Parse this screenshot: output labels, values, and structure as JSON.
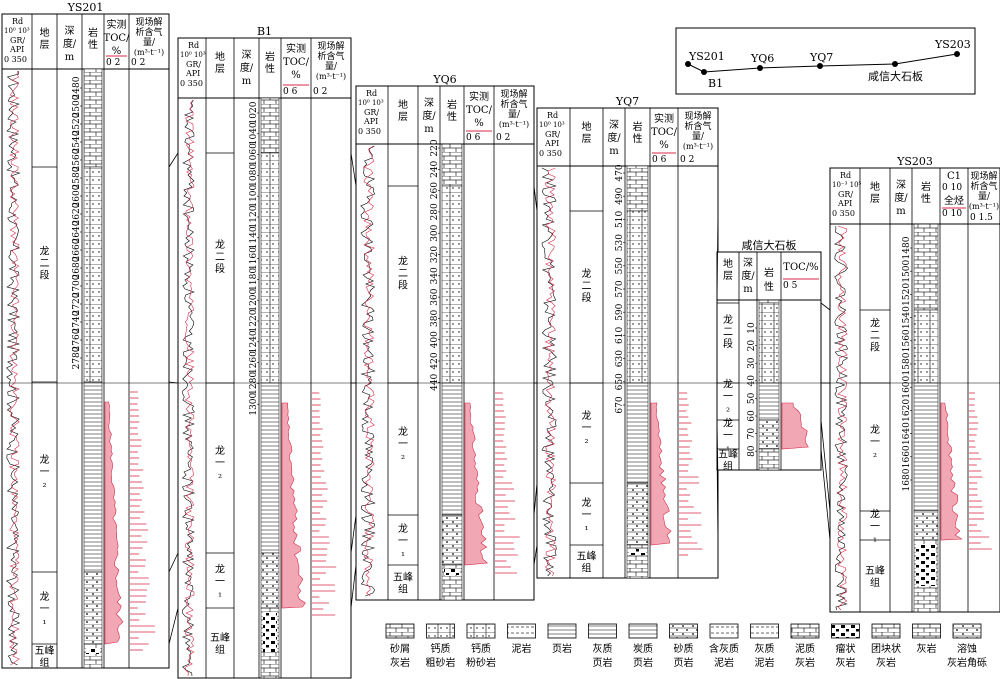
{
  "wells": [
    {
      "id": "YS201",
      "title": "YS201",
      "hdr_curve": [
        "Rd",
        "10⁰ 10³",
        "GR/",
        "API",
        "0  350"
      ],
      "hdr_cols": [
        "地层",
        "深度/m",
        "岩性",
        "实测TOC/%",
        "现场解析含气量/(m³·t⁻¹)"
      ],
      "toc_range": "0   2",
      "gas_range": "0   2",
      "depth_ticks": [
        "2480",
        "2500",
        "2520",
        "2540",
        "2560",
        "2580",
        "2600",
        "2620",
        "2640",
        "2660",
        "2680",
        "2700",
        "2720",
        "2740",
        "2760",
        "2780"
      ],
      "strata": [
        "龙二段",
        "龙一₂",
        "龙一₁",
        "五峰组"
      ]
    },
    {
      "id": "B1",
      "title": "B1",
      "hdr_curve": [
        "Rd",
        "10⁰ 10³",
        "GR/",
        "API",
        "0  350"
      ],
      "hdr_cols": [
        "地层",
        "深度/m",
        "岩性",
        "实测TOC/%",
        "现场解析含气量/(m³·t⁻¹)"
      ],
      "toc_range": "0   6",
      "gas_range": "0   2",
      "depth_ticks": [
        "1020",
        "1040",
        "1060",
        "1080",
        "1100",
        "1120",
        "1140",
        "1160",
        "1180",
        "1200",
        "1220",
        "1240",
        "1260",
        "1280",
        "1300"
      ],
      "strata": [
        "龙二段",
        "龙一₂",
        "龙一₁",
        "五峰组"
      ]
    },
    {
      "id": "YQ6",
      "title": "YQ6",
      "hdr_curve": [
        "Rd",
        "10⁰ 10³",
        "GR/",
        "API",
        "0  350"
      ],
      "hdr_cols": [
        "地层",
        "深度/m",
        "岩性",
        "实测TOC/%",
        "现场解析含气量/(m³·t⁻¹)"
      ],
      "toc_range": "0   6",
      "gas_range": "0   2",
      "depth_ticks": [
        "220",
        "240",
        "260",
        "280",
        "300",
        "320",
        "340",
        "360",
        "380",
        "400",
        "420",
        "440"
      ],
      "strata": [
        "龙二段",
        "龙一₂",
        "龙一₁",
        "五峰组"
      ]
    },
    {
      "id": "YQ7",
      "title": "YQ7",
      "hdr_curve": [
        "Rd",
        "10⁰ 10³",
        "GR/",
        "API",
        "0  350"
      ],
      "hdr_cols": [
        "地层",
        "深度/m",
        "岩性",
        "实测TOC/%",
        "现场解析含气量/(m³·t⁻¹)"
      ],
      "toc_range": "0   6",
      "gas_range": "0   2",
      "depth_ticks": [
        "470",
        "490",
        "510",
        "530",
        "550",
        "570",
        "590",
        "610",
        "630",
        "650",
        "670"
      ],
      "strata": [
        "龙二段",
        "龙一₂",
        "龙一₁",
        "五峰组"
      ]
    },
    {
      "id": "XXDSB",
      "title": "咸信大石板",
      "hdr_cols": [
        "地层",
        "深度/m",
        "岩性",
        "TOC/%"
      ],
      "toc_range": "0   5",
      "depth_ticks": [
        "10",
        "20",
        "30",
        "40",
        "50",
        "60",
        "70",
        "80"
      ],
      "strata": [
        "龙二段",
        "龙一₂",
        "龙一₁",
        "五峰组"
      ]
    },
    {
      "id": "YS203",
      "title": "YS203",
      "hdr_curve": [
        "Rd",
        "10⁻³ 10⁵",
        "GR/",
        "API",
        "0  350"
      ],
      "hdr_cols": [
        "地层",
        "深度/m",
        "岩性",
        "C1",
        "全烃",
        "现场解析含气量/(m³·t⁻¹)"
      ],
      "c1_range": "0   10",
      "tht_range": "0   10",
      "gas_range": "0   1.5",
      "depth_ticks": [
        "1480",
        "1500",
        "1520",
        "1540",
        "1560",
        "1580",
        "1600",
        "1620",
        "1640",
        "1660",
        "1680"
      ],
      "strata": [
        "龙二段",
        "龙一₂",
        "龙一₁",
        "五峰组"
      ]
    }
  ],
  "location_map": {
    "labels": [
      "YS201",
      "B1",
      "YQ6",
      "YQ7",
      "YS203",
      "咸信大石板"
    ]
  },
  "legend": [
    {
      "id": "detrital-limestone",
      "label": [
        "砂屑",
        "灰岩"
      ]
    },
    {
      "id": "calc-coarse-sandstone",
      "label": [
        "钙质",
        "粗砂岩"
      ]
    },
    {
      "id": "calc-siltstone",
      "label": [
        "钙质",
        "粉砂岩"
      ]
    },
    {
      "id": "mudstone",
      "label": [
        "泥岩"
      ]
    },
    {
      "id": "shale",
      "label": [
        "页岩"
      ]
    },
    {
      "id": "limy-shale",
      "label": [
        "灰质",
        "页岩"
      ]
    },
    {
      "id": "carbon-shale",
      "label": [
        "炭质",
        "页岩"
      ]
    },
    {
      "id": "sandy-shale",
      "label": [
        "砂质",
        "页岩"
      ]
    },
    {
      "id": "lime-bearing-mudstone",
      "label": [
        "含灰质",
        "泥岩"
      ]
    },
    {
      "id": "limy-mudstone",
      "label": [
        "灰质",
        "泥岩"
      ]
    },
    {
      "id": "muddy-limestone",
      "label": [
        "泥质",
        "灰岩"
      ]
    },
    {
      "id": "nodular-limestone",
      "label": [
        "瘤状",
        "灰岩"
      ]
    },
    {
      "id": "clotted-limestone",
      "label": [
        "团块状",
        "灰岩"
      ]
    },
    {
      "id": "limestone",
      "label": [
        "灰岩"
      ]
    },
    {
      "id": "dissolved-breccia",
      "label": [
        "溶蚀",
        "灰岩角砾"
      ]
    }
  ]
}
